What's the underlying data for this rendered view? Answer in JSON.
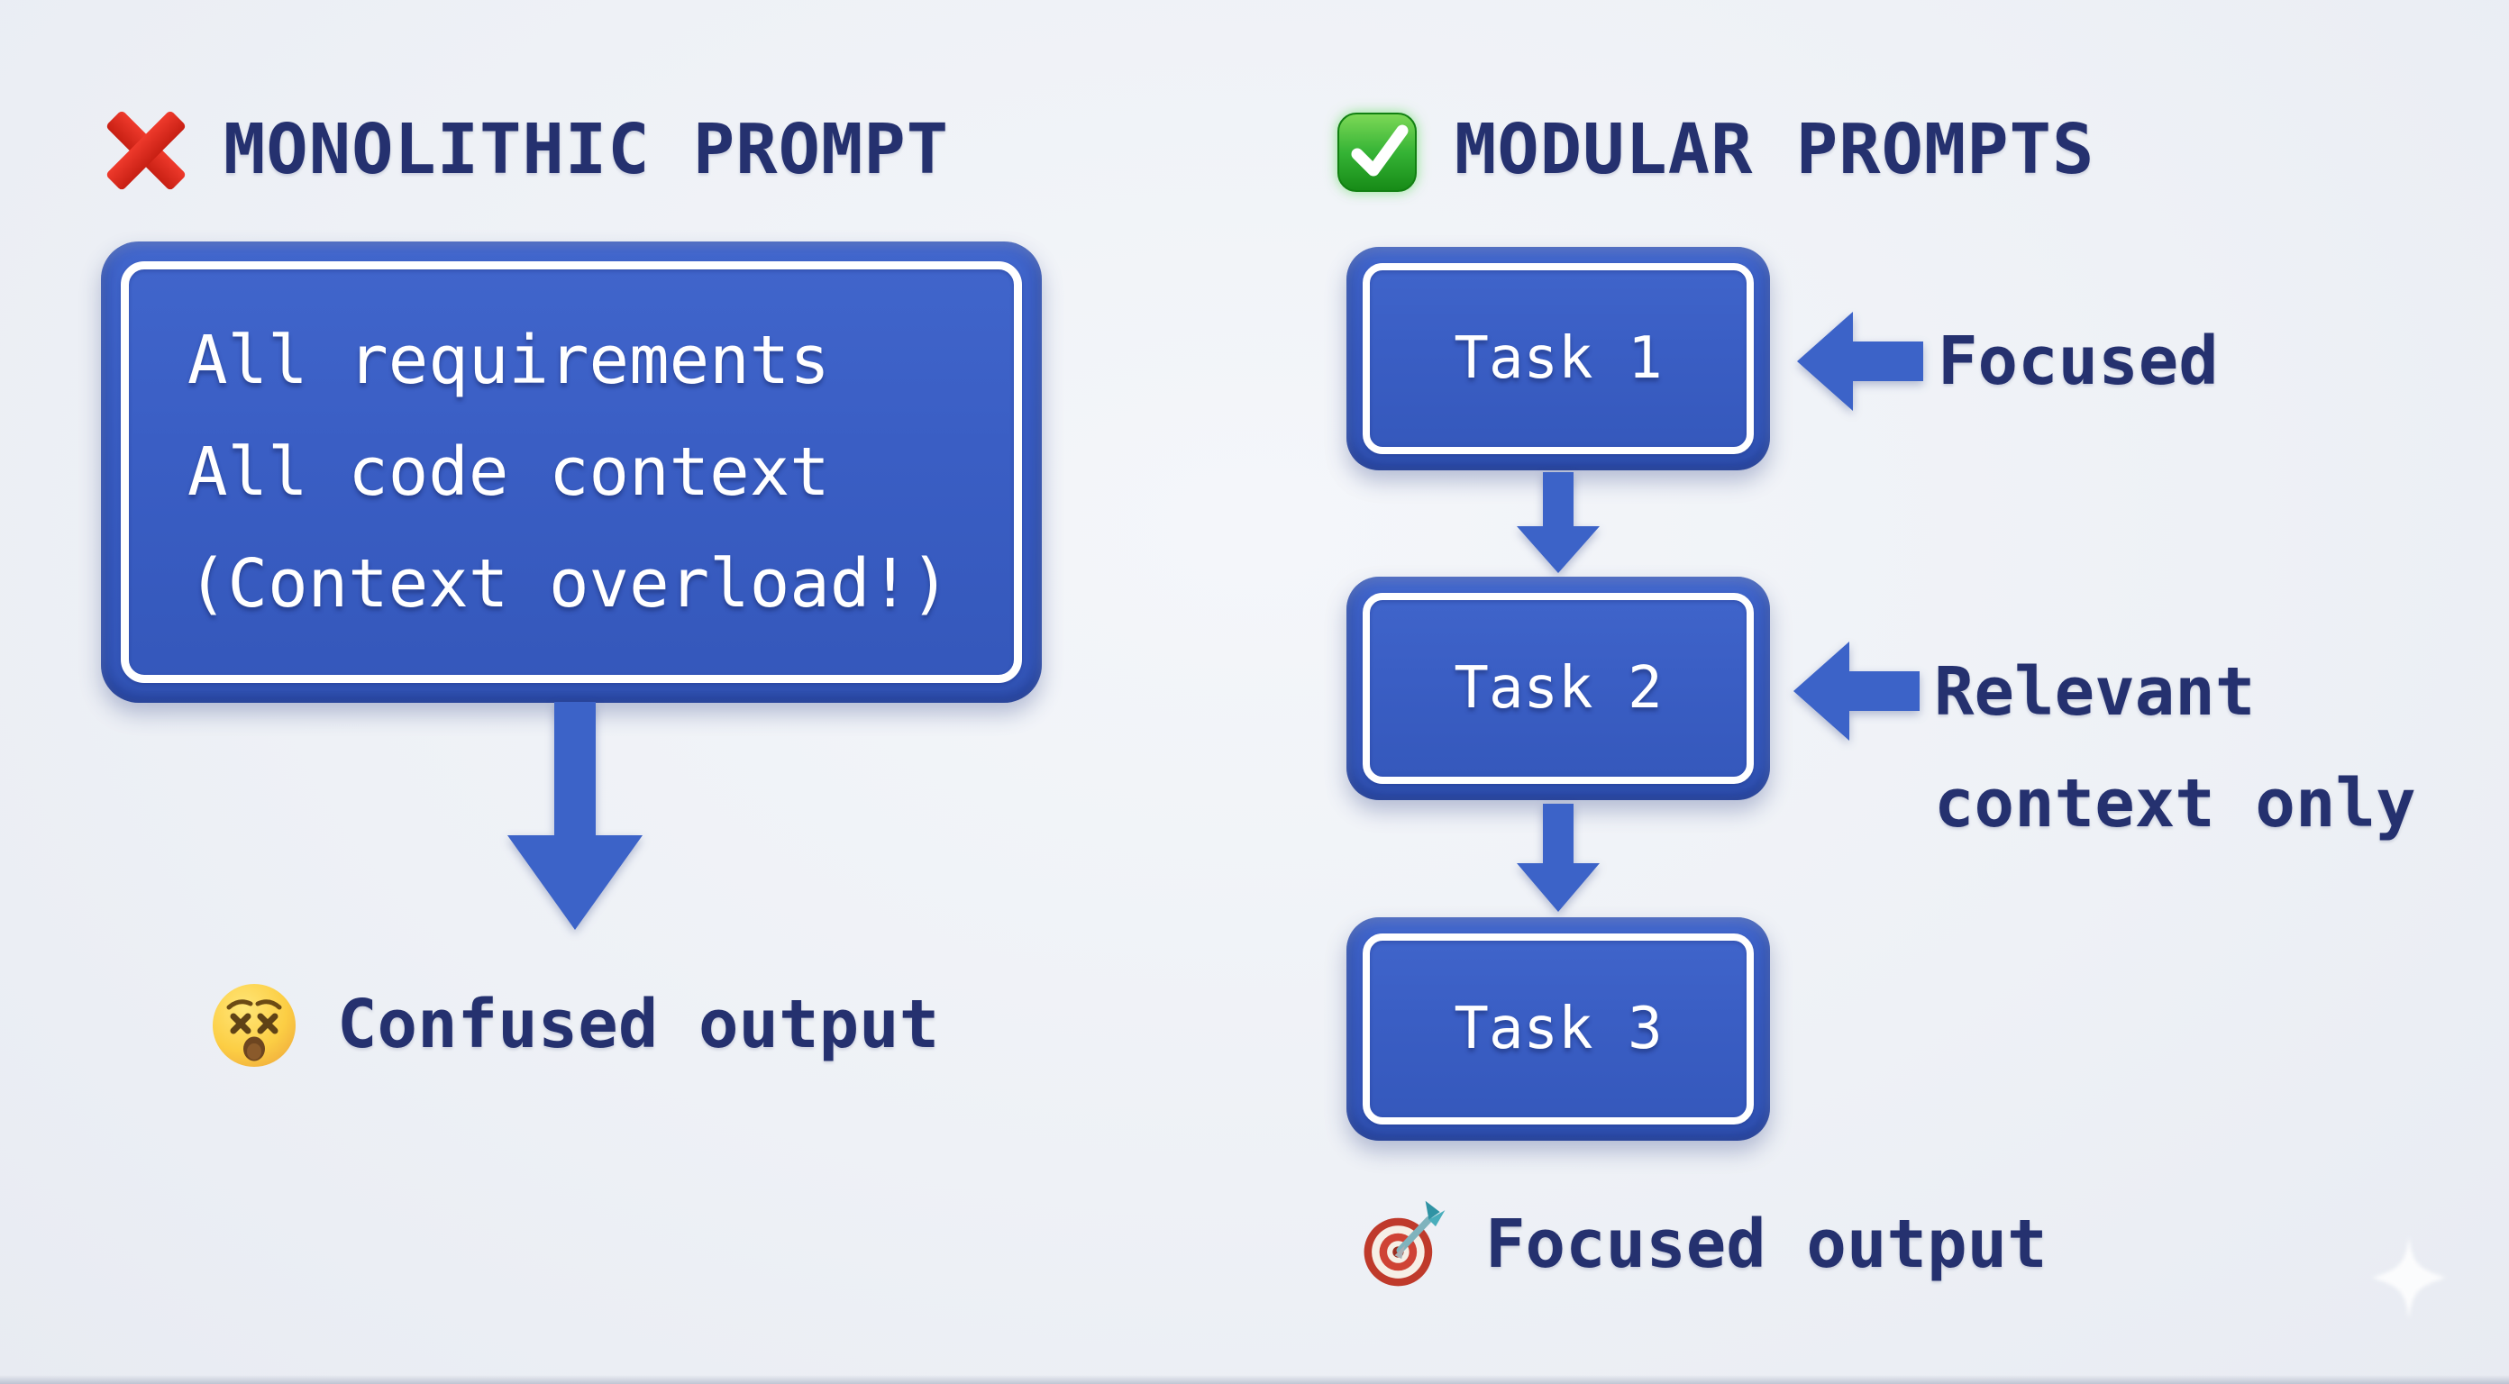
{
  "left_panel": {
    "icon": "cross-mark-icon",
    "title": "MONOLITHIC PROMPT",
    "box_lines": {
      "0": "All requirements",
      "1": "All code context",
      "2": "(Context overload!)"
    },
    "output_emoji": "dizzy-face-emoji",
    "output_label": "Confused output"
  },
  "right_panel": {
    "icon": "check-mark-icon",
    "title": "MODULAR PROMPTS",
    "tasks": {
      "0": {
        "label": "Task 1",
        "annotation_lines": {
          "0": "Focused"
        }
      },
      "1": {
        "label": "Task 2",
        "annotation_lines": {
          "0": "Relevant",
          "1": "context only"
        }
      },
      "2": {
        "label": "Task 3"
      }
    },
    "output_emoji": "target-emoji",
    "output_label": "Focused output"
  },
  "decorations": {
    "bottom_right": "sparkle-icon"
  },
  "colors": {
    "background": "#eef1f6",
    "box_blue": "#3a5ec4",
    "arrow_blue": "#3c63c8",
    "text_navy": "#25316f",
    "box_text_white": "#ffffff",
    "cross_red": "#dd2420",
    "check_green": "#2fae2f"
  }
}
